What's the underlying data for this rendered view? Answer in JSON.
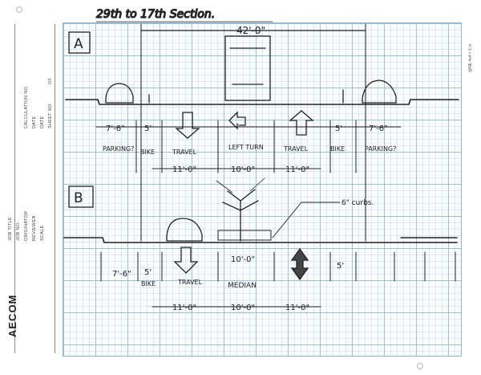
{
  "form": {
    "fields": [
      "JOB TITLE",
      "JOB NO.",
      "ORIGINATOR",
      "REVIEWER",
      "SCALE"
    ],
    "fields2": [
      "CALCULATION NO.",
      "DATE",
      "DATE",
      "SHEET NO."
    ],
    "of_label": "OF",
    "logo": "AECOM",
    "paper_note": "@NE 4x4 = 1 in"
  },
  "sketch": {
    "title": "29th to 17th Section.",
    "overall_width": "42'-0\"",
    "section_a": {
      "tag": "A",
      "lane_widths": [
        "7'-6\"",
        "5'",
        "5'",
        "7'-6\""
      ],
      "lane_names": [
        "PARKING?",
        "BIKE",
        "TRAVEL",
        "LEFT TURN",
        "TRAVEL",
        "BIKE",
        "PARKING?"
      ],
      "dims": [
        "11'-0\"",
        "10'-0\"",
        "11'-0\""
      ]
    },
    "section_b": {
      "tag": "B",
      "curb_note": "6\" curbs.",
      "lane_widths": [
        "7'-6\"",
        "5'",
        "5'"
      ],
      "median_width": "10'-0\"",
      "lane_names": [
        "BIKE",
        "TRAVEL",
        "MEDIAN"
      ],
      "dims": [
        "11'-0\"",
        "10'-0\"",
        "11'-0\""
      ]
    }
  }
}
